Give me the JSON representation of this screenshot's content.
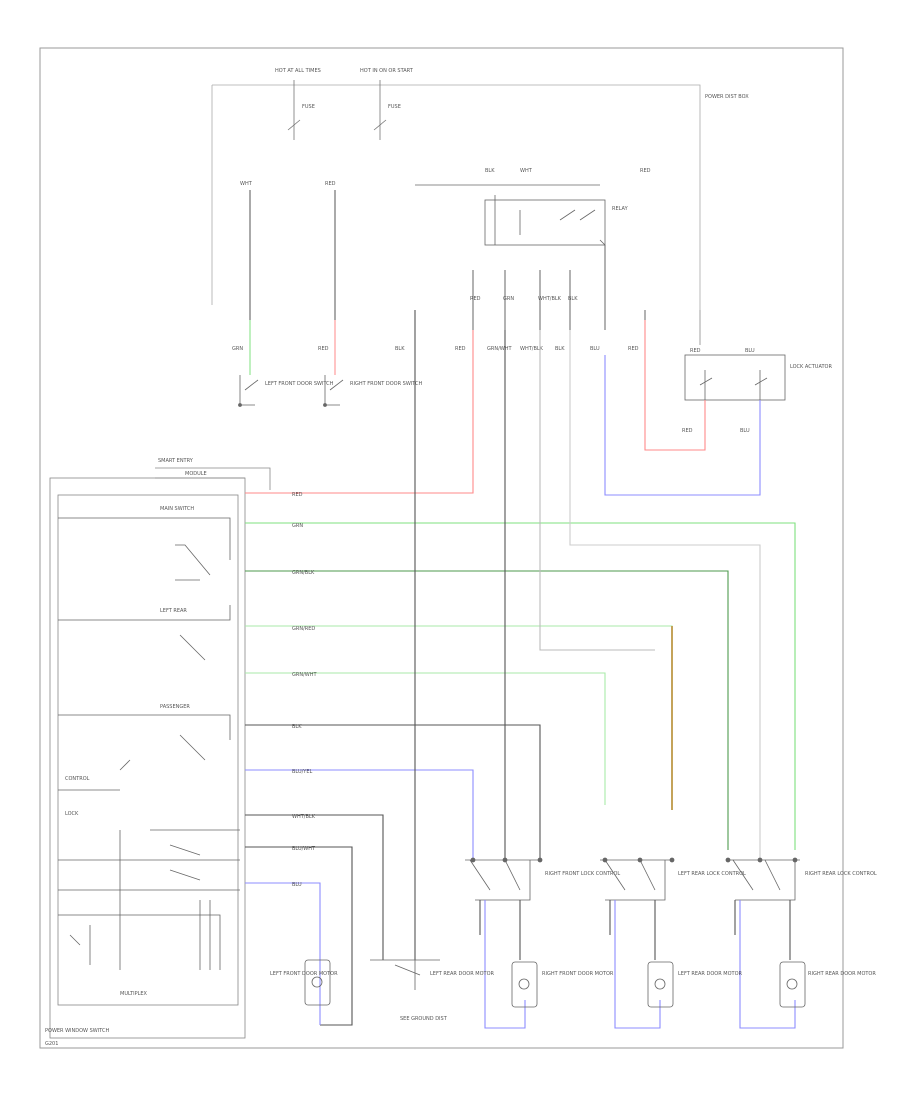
{
  "colors": {
    "frame": "#9a9a9a",
    "wire_black": "#555555",
    "wire_gray": "#bdbdbd",
    "wire_red": "#ff8a8a",
    "wire_green": "#7fe07f",
    "wire_dark_green": "#4e9a4e",
    "wire_blue": "#8c8cff",
    "wire_tan": "#c4a35a",
    "component": "#666666"
  },
  "labels": {
    "left_fuse_a": "HOT AT ALL TIMES",
    "left_fuse_b": "HOT IN ON OR START",
    "fuse1": "FUSE",
    "fuse2": "FUSE",
    "right_ref": "POWER DIST BOX",
    "splice_note": "SEE GROUND DIST",
    "relay_name": "RELAY",
    "switch_left_door": "LEFT FRONT DOOR SWITCH",
    "switch_right_door": "RIGHT FRONT DOOR SWITCH",
    "module_right": "LOCK ACTUATOR",
    "connector_top": "SMART ENTRY",
    "connector_sub": "MODULE",
    "sw_main": "MAIN SWITCH",
    "sw_left": "LEFT REAR",
    "sw_pass": "PASSENGER",
    "sw_control": "CONTROL",
    "sw_lock": "LOCK",
    "main_label": "MULTIPLEX",
    "bottom_left": "POWER WINDOW SWITCH",
    "bottom_tag": "G201",
    "motor_left_front": "LEFT FRONT DOOR MOTOR",
    "motor_center": "LEFT REAR DOOR MOTOR",
    "motor_center_note": "SEE GROUND DIST",
    "motor_right_front": "RIGHT FRONT DOOR MOTOR",
    "motor_left_rear": "LEFT REAR DOOR MOTOR",
    "motor_right_rear": "RIGHT REAR DOOR MOTOR",
    "ctrl_1": "RIGHT FRONT LOCK CONTROL",
    "ctrl_2": "LEFT REAR LOCK CONTROL",
    "ctrl_3": "RIGHT REAR LOCK CONTROL"
  },
  "wire_codes": {
    "w1": "RED",
    "w2": "RED",
    "w3": "GRN",
    "w4": "GRN/BLK",
    "w5": "GRN/RED",
    "w6": "GRN/WHT",
    "w7": "BLK",
    "w8": "BLU/YEL",
    "w9": "WHT/BLK",
    "w10": "BLU/WHT",
    "w11": "BLU",
    "w12": "RED",
    "w13": "BLU",
    "w14": "BLK",
    "w15": "WHT",
    "w16": "RED"
  }
}
